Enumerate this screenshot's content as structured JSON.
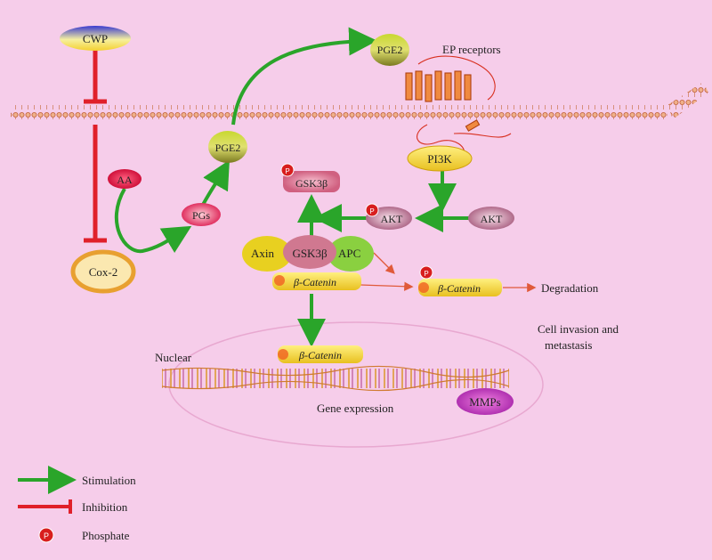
{
  "nodes": {
    "cwp": "CWP",
    "aa": "AA",
    "cox2": "Cox-2",
    "pgs": "PGs",
    "pge2_inner": "PGE2",
    "pge2_outer": "PGE2",
    "ep_receptors": "EP receptors",
    "pi3k": "PI3K",
    "akt_p": "AKT",
    "akt": "AKT",
    "gsk3b_p": "GSK3β",
    "axin": "Axin",
    "gsk3b": "GSK3β",
    "apc": "APC",
    "bcat_complex": "β-Catenin",
    "bcat_p": "β-Catenin",
    "degradation": "Degradation",
    "bcat_nuclear": "β-Catenin",
    "nuclear": "Nuclear",
    "cell_invasion": "Cell invasion and metastasis",
    "mmps": "MMPs",
    "gene_expression": "Gene expression"
  },
  "phospho_mark": "P",
  "legend": {
    "stimulation": "Stimulation",
    "inhibition": "Inhibition",
    "phosphate": "Phosphate"
  },
  "colors": {
    "stimulation": "#2aa52a",
    "inhibition": "#e0202a",
    "phosphate": "#d81e1e",
    "degradation_arrow": "#e05a3a"
  }
}
